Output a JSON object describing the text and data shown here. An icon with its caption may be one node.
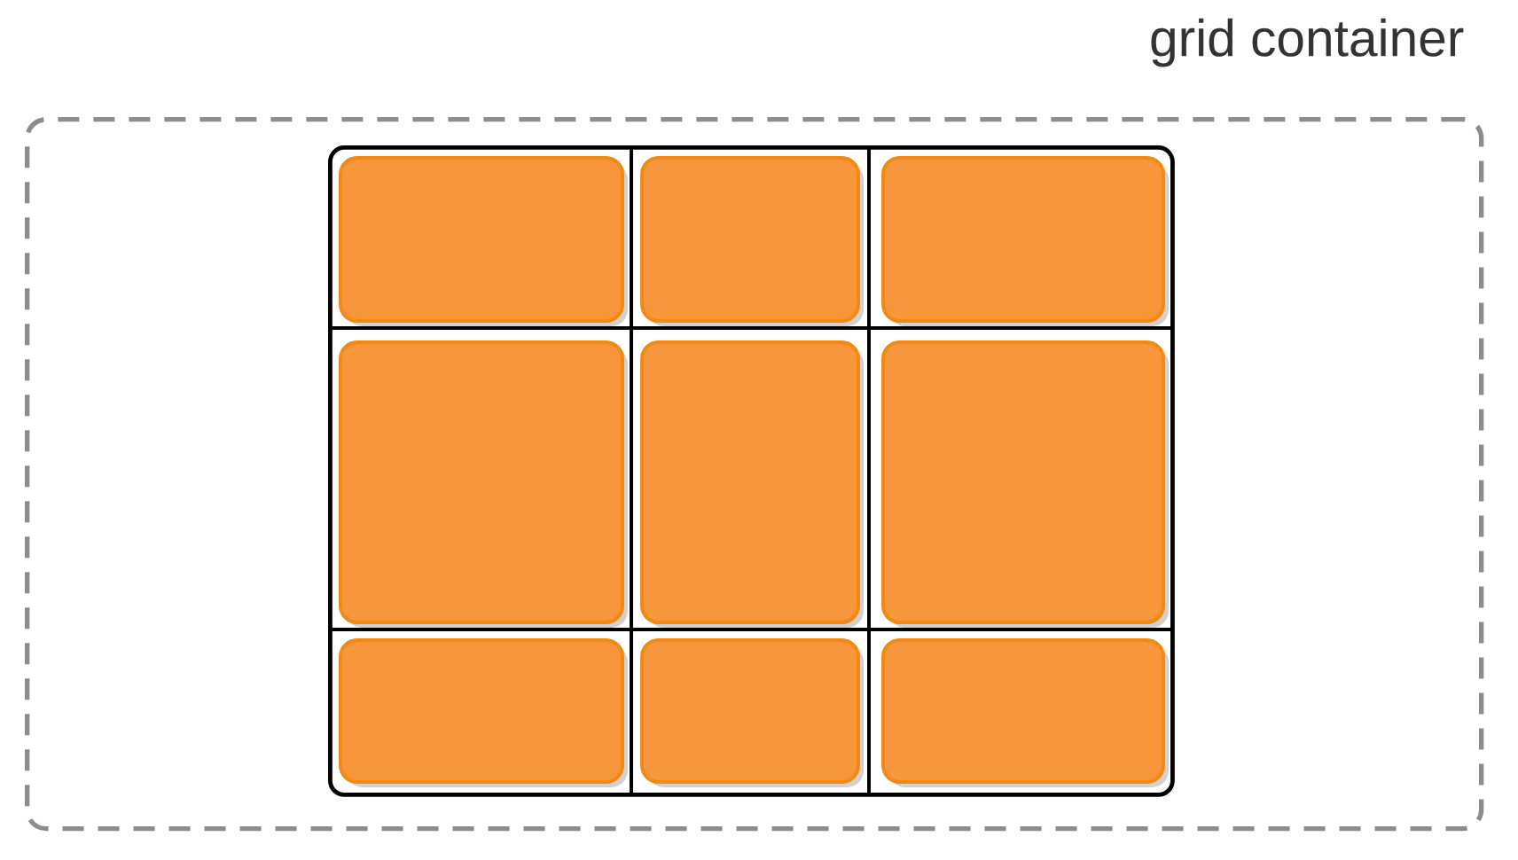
{
  "diagram": {
    "nodes": [
      {
        "text": [
          "grid container"
        ]
      },
      {
        "text": [],
        "shape": "box",
        "in": 0
      },
      {
        "text": [],
        "shape": "box",
        "in": 1
      },
      {
        "text": [],
        "shape": "box",
        "in": 1
      },
      {
        "text": [],
        "shape": "box",
        "in": 1
      },
      {
        "text": [],
        "shape": "box",
        "in": 1
      },
      {
        "text": [],
        "shape": "box",
        "in": 1
      },
      {
        "text": [],
        "shape": "box",
        "in": 1
      },
      {
        "text": [],
        "shape": "box",
        "in": 1
      },
      {
        "text": [],
        "shape": "box",
        "in": 1
      },
      {
        "text": [],
        "shape": "box",
        "in": 1
      }
    ]
  }
}
